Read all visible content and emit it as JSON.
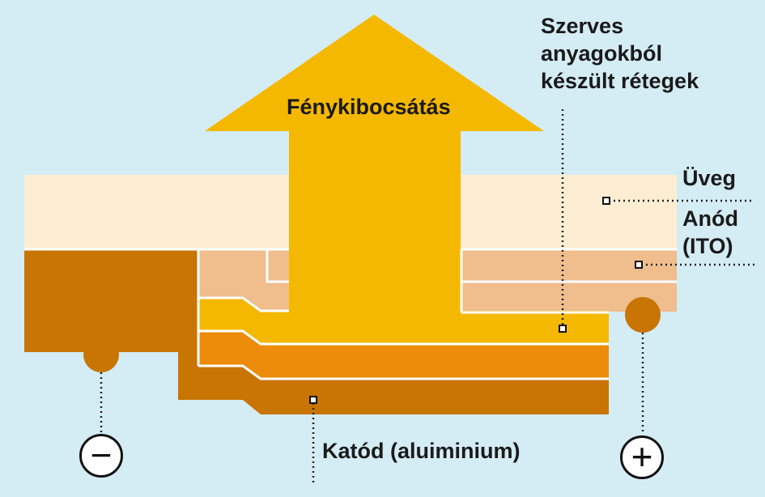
{
  "labels": {
    "light_emission": "Fénykibocsátás",
    "organic_layers": [
      "Szerves",
      "anyagokból",
      "készült rétegek"
    ],
    "glass": "Üveg",
    "anode": [
      "Anód",
      "(ITO)"
    ],
    "cathode": "Katód (aluiminium)"
  },
  "terminals": {
    "negative": "−",
    "positive": "+"
  },
  "colors": {
    "background": "#d4ecf4",
    "glass": "#fdeed3",
    "anode": "#f0bd8d",
    "organic_layer_1": "#f5b800",
    "organic_layer_2": "#ec8c0a",
    "cathode": "#c87503",
    "arrow": "#f5b800"
  }
}
